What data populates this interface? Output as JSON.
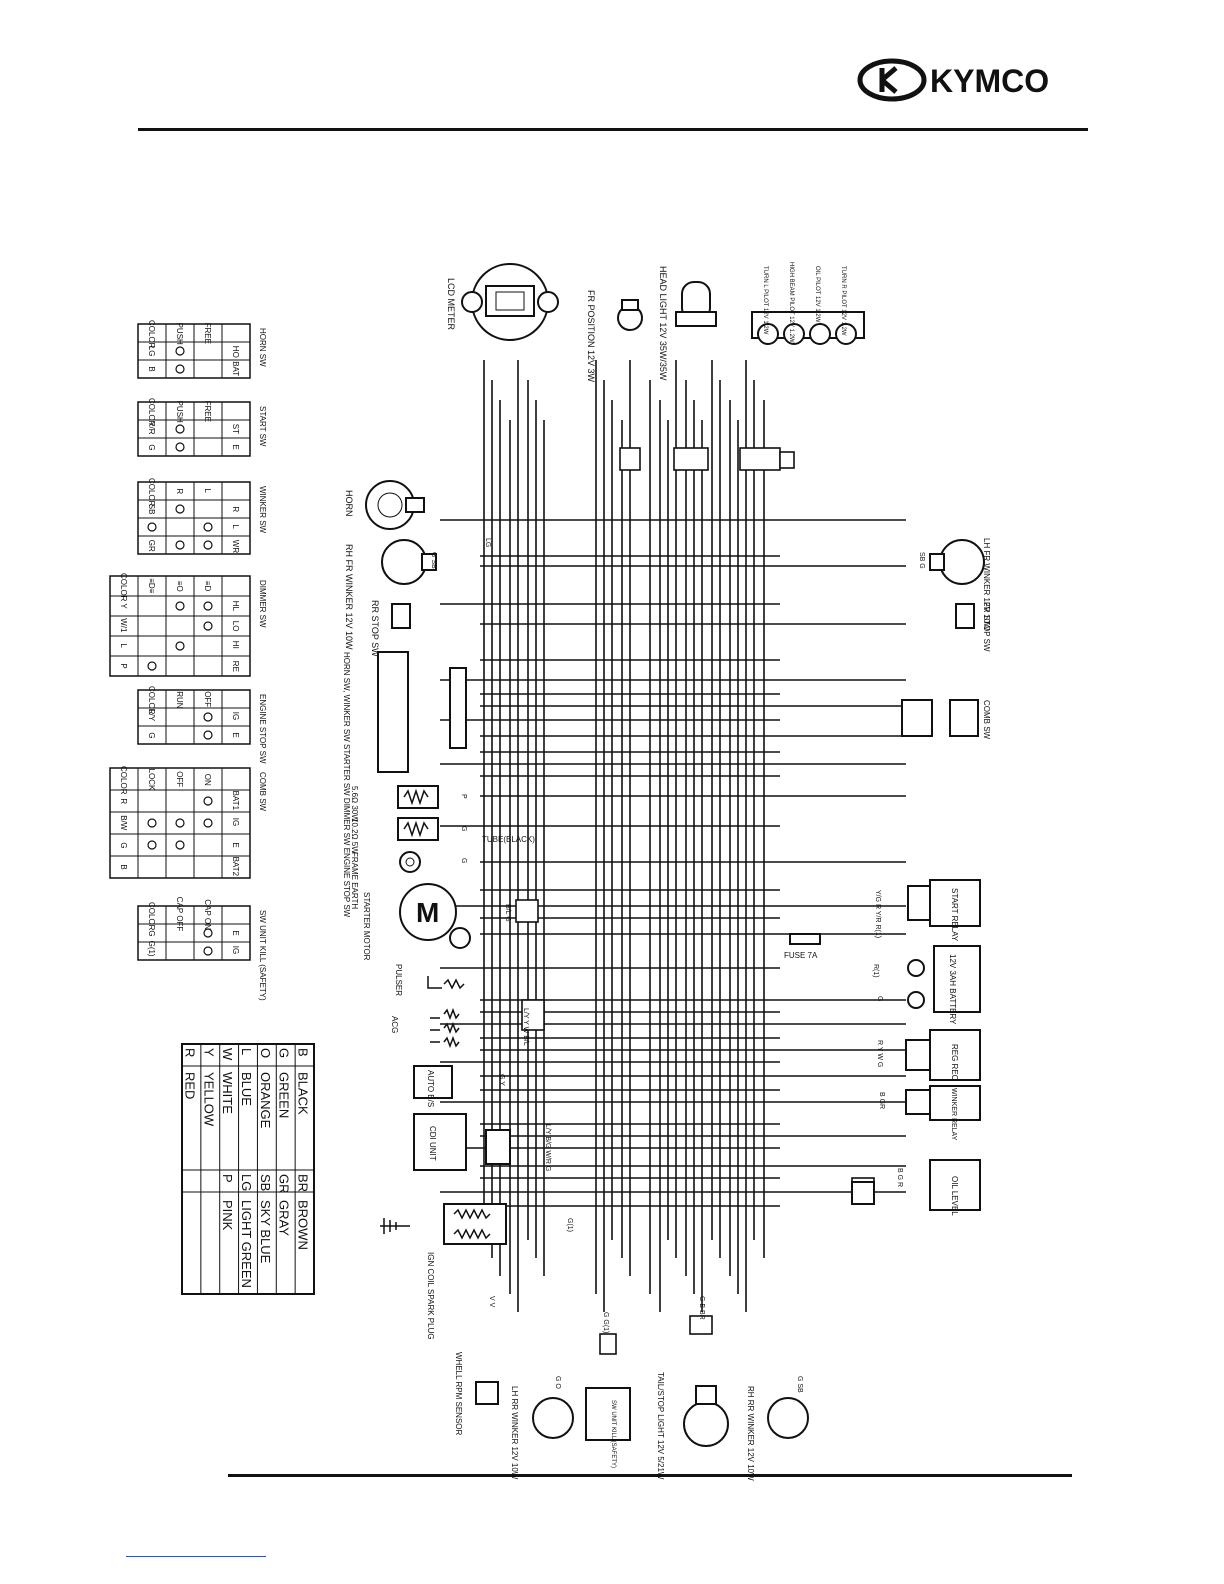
{
  "brand": {
    "name": "KYMCO"
  },
  "switch_tables": [
    {
      "title": "HORN SW",
      "rows": [
        [
          "",
          "HO",
          "BAT"
        ],
        [
          "FREE",
          "",
          ""
        ],
        [
          "PUSH",
          "O",
          "O"
        ],
        [
          "COLOR",
          "LG",
          "B"
        ]
      ]
    },
    {
      "title": "START SW",
      "rows": [
        [
          "",
          "ST",
          "E"
        ],
        [
          "FREE",
          "",
          ""
        ],
        [
          "PUSH",
          "O",
          "O"
        ],
        [
          "COLOR",
          "Y/R",
          "G"
        ]
      ]
    },
    {
      "title": "WINKER SW",
      "rows": [
        [
          "",
          "R",
          "L",
          "WR"
        ],
        [
          "L",
          "",
          "O",
          "O"
        ],
        [
          "R",
          "O",
          "",
          "O"
        ],
        [
          "COLOR",
          "SB",
          "O",
          "GR"
        ]
      ]
    },
    {
      "title": "DIMMER SW",
      "rows": [
        [
          "",
          "HL",
          "LO",
          "HI",
          "RE"
        ],
        [
          "≡D",
          "O",
          "O",
          "",
          ""
        ],
        [
          "≡O",
          "O",
          "",
          "O",
          ""
        ],
        [
          "≡D≡",
          "",
          "",
          "",
          "O"
        ],
        [
          "COLOR",
          "Y",
          "W/1",
          "L",
          "P"
        ]
      ]
    },
    {
      "title": "ENGINE STOP SW",
      "rows": [
        [
          "",
          "IG",
          "E"
        ],
        [
          "OFF",
          "O",
          "O"
        ],
        [
          "RUN",
          "",
          ""
        ],
        [
          "COLOR",
          "L/Y",
          "G"
        ]
      ]
    },
    {
      "title": "COMB SW",
      "rows": [
        [
          "",
          "BAT1",
          "IG",
          "E",
          "BAT2"
        ],
        [
          "ON",
          "O",
          "O",
          "",
          ""
        ],
        [
          "OFF",
          "",
          "O",
          "O",
          ""
        ],
        [
          "LOCK",
          "",
          "O",
          "O",
          ""
        ],
        [
          "COLOR",
          "R",
          "B/W",
          "G",
          "B"
        ]
      ]
    },
    {
      "title": "SW UNIT KILL (SAFETY)",
      "rows": [
        [
          "",
          "E",
          "IG"
        ],
        [
          "CAP ON",
          "O",
          "O"
        ],
        [
          "CAP OFF",
          "",
          ""
        ],
        [
          "COLOR",
          "G",
          "G(1)"
        ]
      ]
    }
  ],
  "color_legend": [
    [
      "B",
      "BLACK",
      "BR",
      "BROWN"
    ],
    [
      "G",
      "GREEN",
      "GR",
      "GRAY"
    ],
    [
      "O",
      "ORANGE",
      "SB",
      "SKY BLUE"
    ],
    [
      "L",
      "BLUE",
      "LG",
      "LIGHT GREEN"
    ],
    [
      "W",
      "WHITE",
      "P",
      "PINK"
    ],
    [
      "Y",
      "YELLOW",
      "",
      ""
    ],
    [
      "R",
      "RED",
      "",
      ""
    ]
  ],
  "components": {
    "lcd_meter": "LCD METER",
    "fr_position": "FR POSITION 12V 3W",
    "head_light": "HEAD LIGHT 12V 35W/35W",
    "pilot_lamps": [
      "TURN L PILOT 12V 1.2W",
      "HIGH BEAM PILOT 12V 1.2W",
      "OIL PILOT 12V 1.2W",
      "TURN R PILOT 12V 1.2W"
    ],
    "horn": "HORN",
    "rh_fr_winker": "RH FR WINKER 12V 10W",
    "rr_stop_sw": "RR STOP SW",
    "handle_switches": "HORN SW, WINKER SW STARTER SW DIMMER SW ENGINE STOP SW",
    "resistor_1": "5.6Ω 30W",
    "resistor_2": "10.2Ω 5W",
    "frame_earth": "FRAME EARTH",
    "tube_black": "TUBE(BLACK)",
    "starter_motor": "STARTER MOTOR",
    "motor_symbol": "M",
    "pulser": "PULSER",
    "acg": "ACG",
    "auto_bs": "AUTO B/S",
    "cdi_unit": "CDI UNIT",
    "ign_coil": "IGN COIL SPARK PLUG",
    "wheel_rpm": "WHELL RPM SENSOR",
    "lh_rr_winker": "LH RR WINKER 12V 10W",
    "sw_unit_kill": "SW UNIT KILL (SAFETY)",
    "tail_stop": "TAIL/STOP LIGHT 12V 5/21W",
    "rh_rr_winker": "RH RR WINKER 12V 10W",
    "lh_fr_winker": "LH FR WINKER 12V 10W",
    "fr_stop_sw": "FR STOP SW",
    "comb_sw": "COMB SW",
    "start_relay": "START RELAY",
    "fuse": "FUSE 7A",
    "battery": "12V 3AH BATTERY",
    "reg_rec": "REG REC",
    "winker_relay": "WINKER RELAY",
    "oil_level": "OIL LEVEL"
  },
  "wire_labels": {
    "starter_motor": "B/L G",
    "pulser_acg": "L/Y Y W B/L",
    "auto_bs": "G Y",
    "cdi": "L/Y B/G W/R G",
    "ign": "G(1)",
    "start_relay": "Y/G R Y/R R(1)",
    "battery_pos": "R(1)",
    "battery_neg": "G",
    "reg_rec": "R Y W G",
    "winker_relay": "B GR",
    "oil_level": "B G R",
    "earth": "G",
    "resistor_1": "P",
    "resistor_2": "G",
    "horn": "LG",
    "rh_fr_winker": "G SB",
    "lh_fr_winker": "SB G",
    "wheel_rpm": "V V",
    "lh_rr_winker": "G O",
    "sw_kill": "G G(1)",
    "tail": "G B BR",
    "rh_rr_winker": "G SB"
  }
}
